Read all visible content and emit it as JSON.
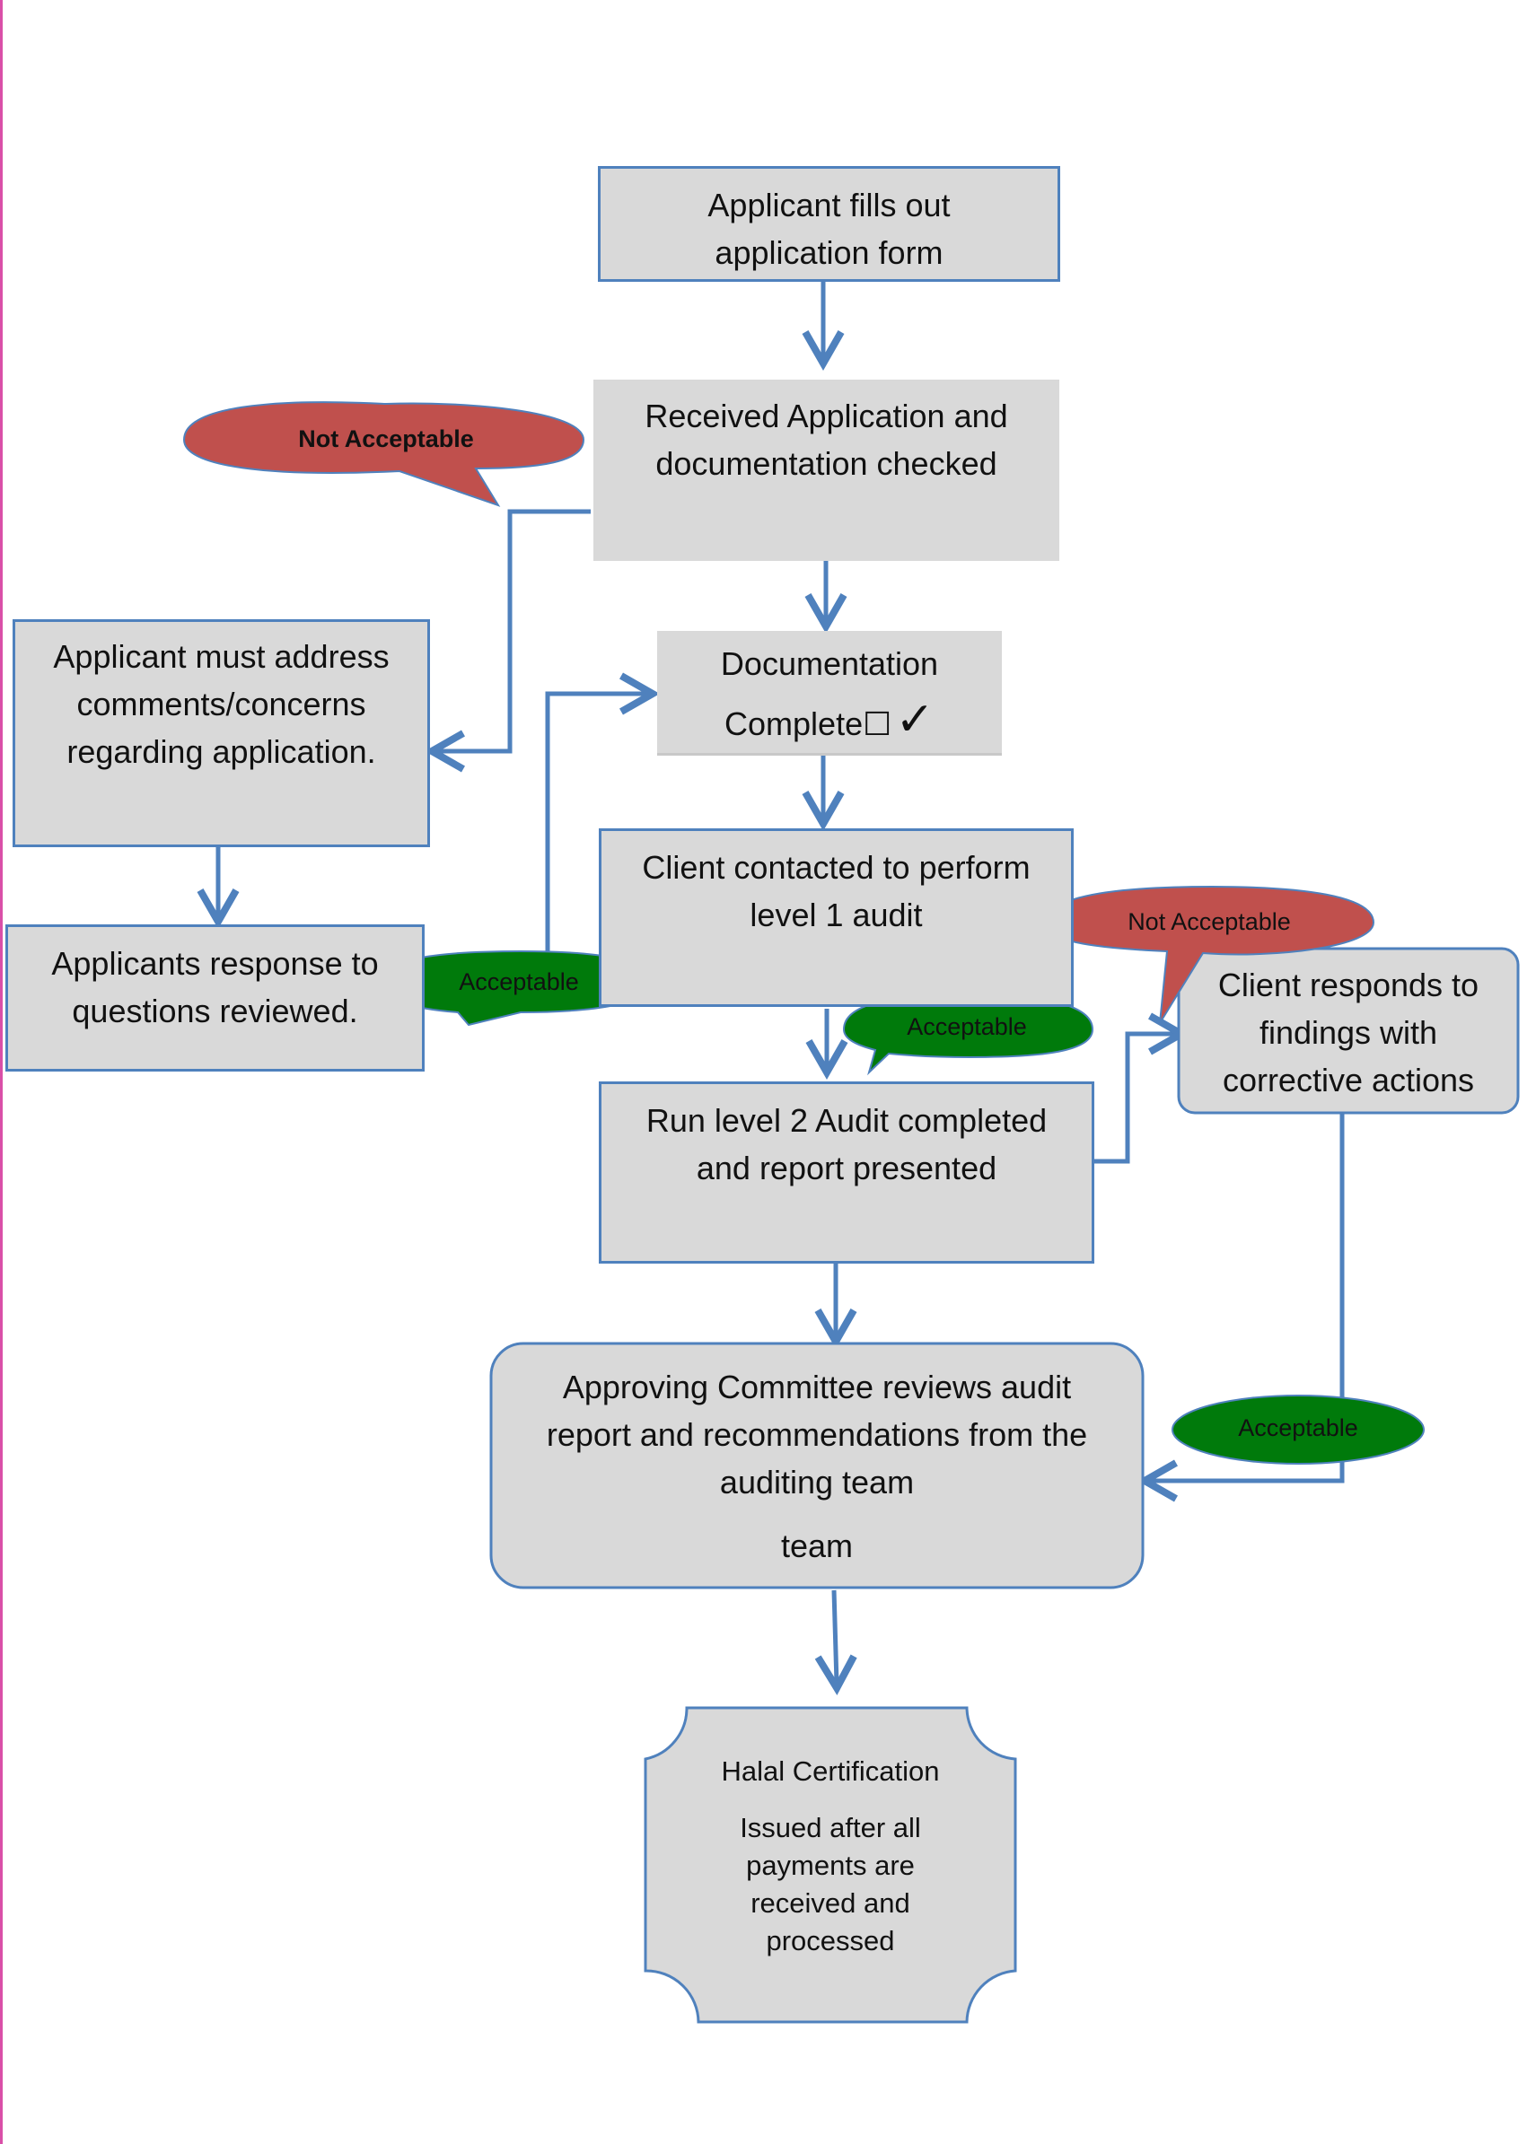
{
  "nodes": {
    "applicant_fills": "Applicant fills out\napplication form",
    "received": "Received Application and\ndocumentation checked",
    "documentation_complete": "Documentation",
    "documentation_complete_line2": "Complete☐",
    "check_mark": "✓",
    "address_comments": "Applicant must address\ncomments/concerns\nregarding application.",
    "response_reviewed": "Applicants response to\nquestions reviewed.",
    "client_contacted": "Client contacted to perform\nlevel 1 audit",
    "client_responds": "Client responds to\nfindings with\ncorrective actions",
    "level2_audit": "Run level 2 Audit completed\nand report presented",
    "committee": "Approving Committee reviews audit\nreport and recommendations from the\nauditing team",
    "committee_extra": "team",
    "certification_title": "Halal Certification",
    "certification_body": "Issued after all\npayments are\nreceived and\nprocessed"
  },
  "callouts": {
    "not_acceptable_1": "Not Acceptable",
    "not_acceptable_2": "Not Acceptable",
    "acceptable_1": "Acceptable",
    "acceptable_2": "Acceptable",
    "acceptable_3": "Acceptable"
  },
  "colors": {
    "box_fill": "#d9d9d9",
    "box_border": "#4f81bd",
    "arrow": "#4f81bd",
    "not_acceptable": "#c0504d",
    "acceptable": "#007a0b",
    "page_border": "#d94fa8"
  }
}
